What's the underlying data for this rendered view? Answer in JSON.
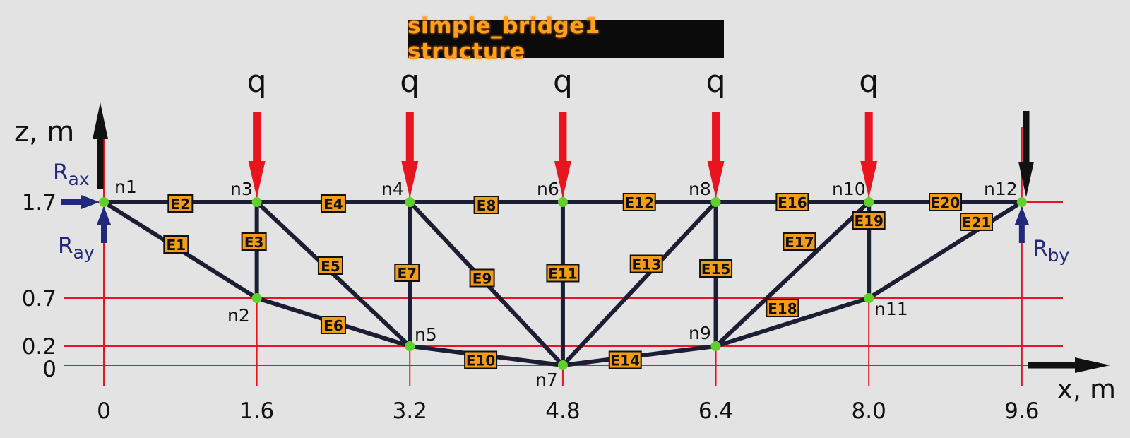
{
  "title": "simple_bridge1 structure",
  "axes": {
    "x_label": "x, m",
    "z_label": "z, m",
    "x_ticks": [
      "0",
      "1.6",
      "3.2",
      "4.8",
      "6.4",
      "8.0",
      "9.6"
    ],
    "z_ticks": [
      {
        "label": "1.7",
        "value": 1.7
      },
      {
        "label": "0.7",
        "value": 0.7
      },
      {
        "label": "0.2",
        "value": 0.2
      },
      {
        "label": "0",
        "value": 0
      }
    ],
    "x_range": [
      0,
      9.6
    ],
    "z_range": [
      0,
      1.7
    ],
    "grid_color": "#e8141e"
  },
  "nodes": [
    {
      "id": "n1",
      "x": 0,
      "z": 1.7
    },
    {
      "id": "n2",
      "x": 1.6,
      "z": 0.7
    },
    {
      "id": "n3",
      "x": 1.6,
      "z": 1.7
    },
    {
      "id": "n4",
      "x": 3.2,
      "z": 1.7
    },
    {
      "id": "n5",
      "x": 3.2,
      "z": 0.2
    },
    {
      "id": "n6",
      "x": 4.8,
      "z": 1.7
    },
    {
      "id": "n7",
      "x": 4.8,
      "z": 0
    },
    {
      "id": "n8",
      "x": 6.4,
      "z": 1.7
    },
    {
      "id": "n9",
      "x": 6.4,
      "z": 0.2
    },
    {
      "id": "n10",
      "x": 8.0,
      "z": 1.7
    },
    {
      "id": "n11",
      "x": 8.0,
      "z": 0.7
    },
    {
      "id": "n12",
      "x": 9.6,
      "z": 1.7
    }
  ],
  "elements": [
    {
      "id": "E1",
      "from": "n1",
      "to": "n2"
    },
    {
      "id": "E2",
      "from": "n1",
      "to": "n3"
    },
    {
      "id": "E3",
      "from": "n2",
      "to": "n3"
    },
    {
      "id": "E4",
      "from": "n3",
      "to": "n4"
    },
    {
      "id": "E5",
      "from": "n3",
      "to": "n5"
    },
    {
      "id": "E6",
      "from": "n2",
      "to": "n5"
    },
    {
      "id": "E7",
      "from": "n4",
      "to": "n5"
    },
    {
      "id": "E8",
      "from": "n4",
      "to": "n6"
    },
    {
      "id": "E9",
      "from": "n4",
      "to": "n7"
    },
    {
      "id": "E10",
      "from": "n5",
      "to": "n7"
    },
    {
      "id": "E11",
      "from": "n6",
      "to": "n7"
    },
    {
      "id": "E12",
      "from": "n6",
      "to": "n8"
    },
    {
      "id": "E13",
      "from": "n7",
      "to": "n8"
    },
    {
      "id": "E14",
      "from": "n7",
      "to": "n9"
    },
    {
      "id": "E15",
      "from": "n8",
      "to": "n9"
    },
    {
      "id": "E16",
      "from": "n8",
      "to": "n10"
    },
    {
      "id": "E17",
      "from": "n9",
      "to": "n10"
    },
    {
      "id": "E18",
      "from": "n9",
      "to": "n11"
    },
    {
      "id": "E19",
      "from": "n10",
      "to": "n11"
    },
    {
      "id": "E20",
      "from": "n10",
      "to": "n12"
    },
    {
      "id": "E21",
      "from": "n11",
      "to": "n12"
    }
  ],
  "loads": [
    {
      "label": "q",
      "node": "n3"
    },
    {
      "label": "q",
      "node": "n4"
    },
    {
      "label": "q",
      "node": "n6"
    },
    {
      "label": "q",
      "node": "n8"
    },
    {
      "label": "q",
      "node": "n10"
    }
  ],
  "reactions": [
    {
      "main": "R",
      "sub": "ax",
      "node": "n1",
      "direction": "horizontal"
    },
    {
      "main": "R",
      "sub": "ay",
      "node": "n1",
      "direction": "vertical-up"
    },
    {
      "main": "R",
      "sub": "by",
      "node": "n12",
      "direction": "vertical-up"
    }
  ],
  "colors": {
    "background": "#e3e3e3",
    "member": "#1c1f33",
    "node": "#5fd12a",
    "load_arrow": "#e8141e",
    "reaction_arrow": "#22287a",
    "reaction_text": "#22287a",
    "axis_arrow": "#111111",
    "element_label_bg": "#f59c17",
    "element_label_text": "#111111"
  }
}
